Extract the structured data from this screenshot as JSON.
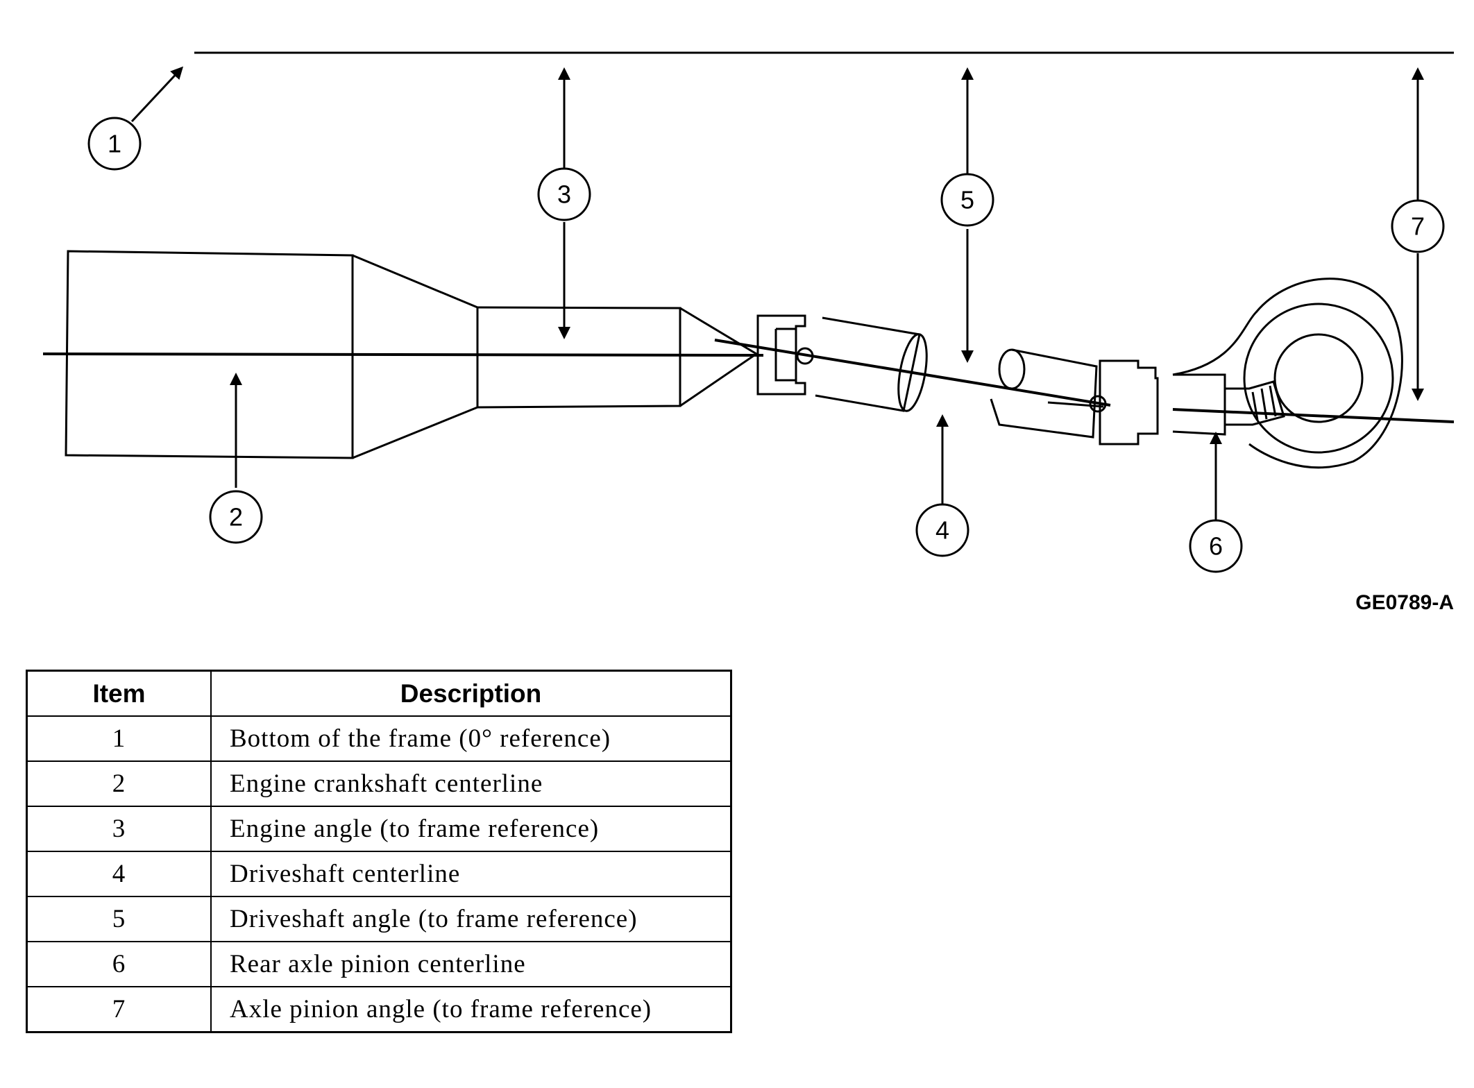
{
  "callouts": [
    "1",
    "2",
    "3",
    "4",
    "5",
    "6",
    "7"
  ],
  "figure_code": "GE0789-A",
  "legend": {
    "headers": {
      "item": "Item",
      "description": "Description"
    },
    "rows": [
      {
        "item": "1",
        "description": "Bottom of the frame (0° reference)"
      },
      {
        "item": "2",
        "description": "Engine crankshaft centerline"
      },
      {
        "item": "3",
        "description": "Engine angle (to frame reference)"
      },
      {
        "item": "4",
        "description": "Driveshaft centerline"
      },
      {
        "item": "5",
        "description": "Driveshaft angle (to frame reference)"
      },
      {
        "item": "6",
        "description": "Rear axle pinion centerline"
      },
      {
        "item": "7",
        "description": "Axle pinion angle (to frame reference)"
      }
    ]
  }
}
